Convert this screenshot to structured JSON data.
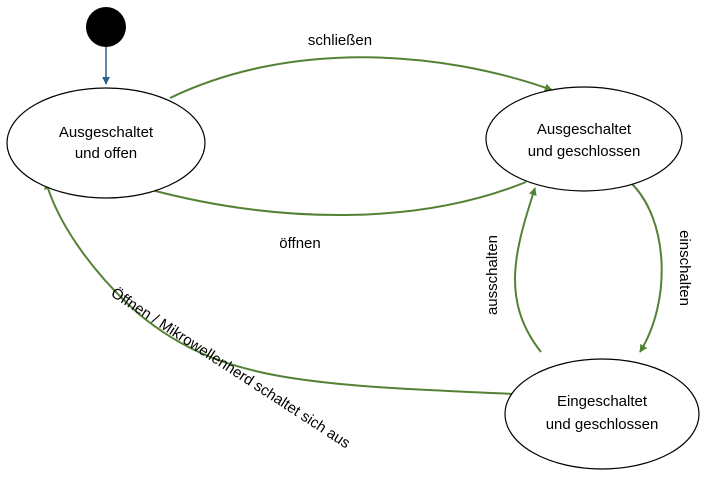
{
  "colors": {
    "transition": "#548235",
    "initial_arrow": "#2E5F8A",
    "initial_node": "#000000",
    "state_stroke": "#000000",
    "state_fill": "#ffffff"
  },
  "states": {
    "off_open": {
      "line1": "Ausgeschaltet",
      "line2": "und offen"
    },
    "off_closed": {
      "line1": "Ausgeschaltet",
      "line2": "und geschlossen"
    },
    "on_closed": {
      "line1": "Eingeschaltet",
      "line2": "und geschlossen"
    }
  },
  "transitions": {
    "close": "schließen",
    "open": "öffnen",
    "switch_on": "einschalten",
    "switch_off": "ausschalten",
    "open_or_off": "Öffnen / Mikrowellenherd schaltet sich aus"
  }
}
